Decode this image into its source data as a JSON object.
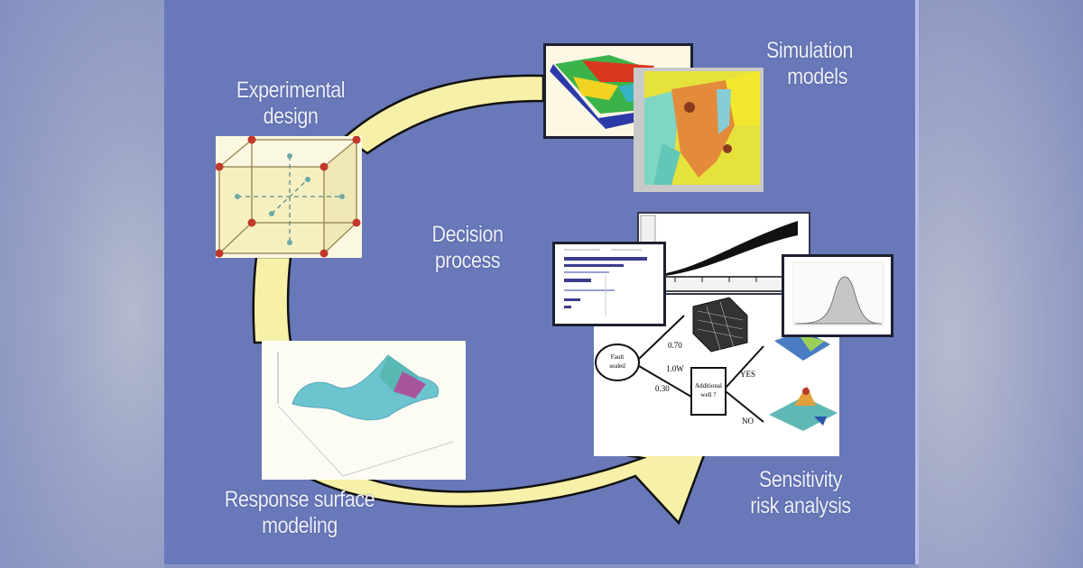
{
  "diagram": {
    "title": "Decision process",
    "center_label": [
      "Decision",
      "process"
    ],
    "stages": [
      {
        "id": "experimental-design",
        "label": [
          "Experimental",
          "design"
        ]
      },
      {
        "id": "simulation-models",
        "label": [
          "Simulation",
          "models"
        ]
      },
      {
        "id": "sensitivity-risk-analysis",
        "label": [
          "Sensitivity",
          "risk analysis"
        ]
      },
      {
        "id": "response-surface-modeling",
        "label": [
          "Response surface",
          "modeling"
        ]
      }
    ],
    "decision_tree": {
      "root_node": "Fault sealed",
      "branch_probabilities": [
        "0.70",
        "1.0W",
        "0.30"
      ],
      "chance_node": "Additional well ?",
      "outcomes": [
        "YES",
        "NO"
      ]
    },
    "flow_direction": "clockwise",
    "colors": {
      "panel_background": "#6878b8",
      "outer_background": "#9aa3c6",
      "arrow_fill": "#f7f0a8",
      "arrow_outline": "#111111",
      "label_text": "#eceffa",
      "cube_node": "#c0392b",
      "cube_axis_node": "#6aa9a8"
    }
  }
}
